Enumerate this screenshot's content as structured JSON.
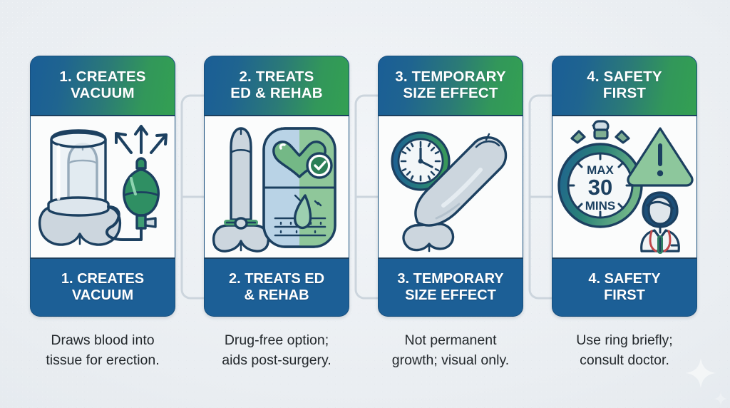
{
  "background": {
    "color": "#eef1f5",
    "sparkle_icon": "sparkle-icon"
  },
  "theme": {
    "gradient_start": "#1a5e96",
    "gradient_end": "#33a052",
    "footer_blue": "#1c5f96",
    "outline_navy": "#1c3f5e",
    "accent_green": "#5aa86f",
    "art_panel": "#fbfcfc",
    "caption_text": "#23282c"
  },
  "cards": [
    {
      "id": "creates-vacuum",
      "header_lines": [
        "1. CREATES",
        "VACUUM"
      ],
      "footer_lines": [
        "1. CREATES",
        "VACUUM"
      ],
      "caption_lines": [
        "Draws blood into",
        "tissue for erection."
      ],
      "art": {
        "name": "vacuum-pump-illustration",
        "elements": [
          "cylinder-tube",
          "anatomy-figure",
          "green-bulb-pump",
          "suction-hose",
          "upward-arrows"
        ]
      }
    },
    {
      "id": "treats-ed-rehab",
      "header_lines": [
        "2. TREATS",
        "ED & REHAB"
      ],
      "footer_lines": [
        "2. TREATS ED",
        "& REHAB"
      ],
      "caption_lines": [
        "Drug-free option;",
        "aids post-surgery."
      ],
      "art": {
        "name": "ed-rehab-illustration",
        "elements": [
          "anatomy-figure-with-ring",
          "capsule-pill",
          "heart-icon",
          "check-badge-icon",
          "tissue-regeneration-icon"
        ]
      }
    },
    {
      "id": "temporary-size-effect",
      "header_lines": [
        "3. TEMPORARY",
        "SIZE EFFECT"
      ],
      "footer_lines": [
        "3. TEMPORARY",
        "SIZE EFFECT"
      ],
      "caption_lines": [
        "Not permanent",
        "growth; visual only."
      ],
      "art": {
        "name": "temporary-size-illustration",
        "elements": [
          "wall-clock-icon",
          "anatomy-figure-enlarged"
        ]
      }
    },
    {
      "id": "safety-first",
      "header_lines": [
        "4. SAFETY",
        "FIRST"
      ],
      "footer_lines": [
        "4. SAFETY",
        "FIRST"
      ],
      "caption_lines": [
        "Use ring briefly;",
        "consult doctor."
      ],
      "art": {
        "name": "safety-illustration",
        "elements": [
          "stopwatch-icon",
          "warning-triangle-icon",
          "doctor-figure-icon"
        ],
        "stopwatch_label": {
          "top": "MAX",
          "value": "30",
          "unit": "MINS"
        }
      }
    }
  ],
  "connectors": {
    "name": "card-connector-bracket",
    "count": 3,
    "color": "#ccd5dd"
  }
}
